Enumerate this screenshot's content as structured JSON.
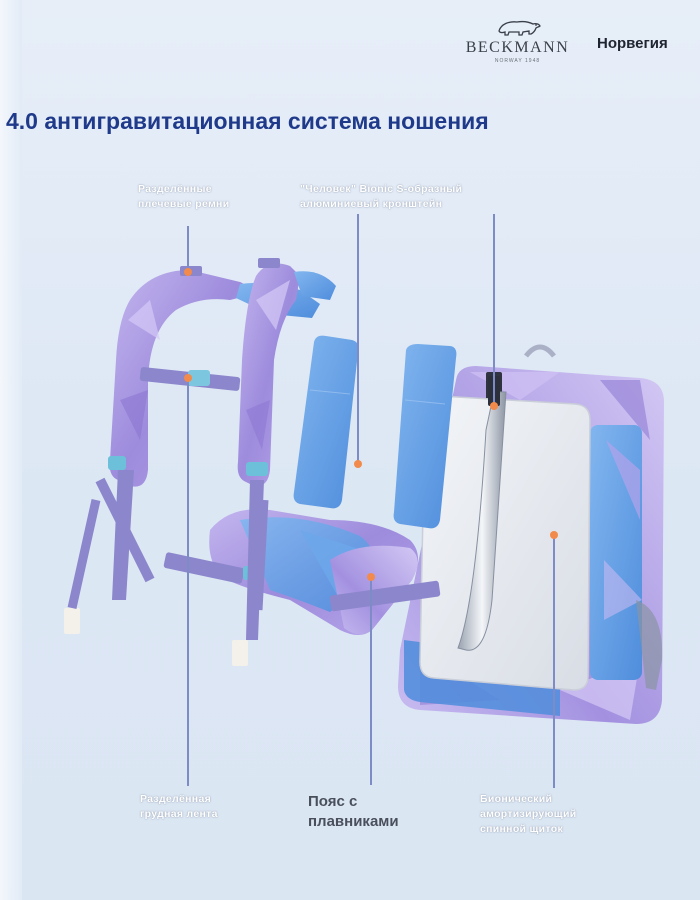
{
  "brand": {
    "name": "BECKMANN",
    "subtitle": "NORWAY 1948",
    "country": "Норвегия"
  },
  "headline": "4.0 антигравитационная система ношения",
  "callouts": {
    "shoulder_straps": "Разделённые плечевые ремни",
    "frame": "\"Человек\" Bionic S-образный алюминиевый кронштейн",
    "chest_strap": "Разделённая грудная лента",
    "waist_belt": "Пояс с плавниками",
    "back_panel": "Бионический амортизирующий спинной щиток"
  },
  "colors": {
    "headline": "#1f3a8a",
    "callout_dot": "#f28a4b",
    "callout_line": "#7d8cc7",
    "backpack_blue": "#5b9be0",
    "backpack_purple": "#9b8ad8"
  }
}
